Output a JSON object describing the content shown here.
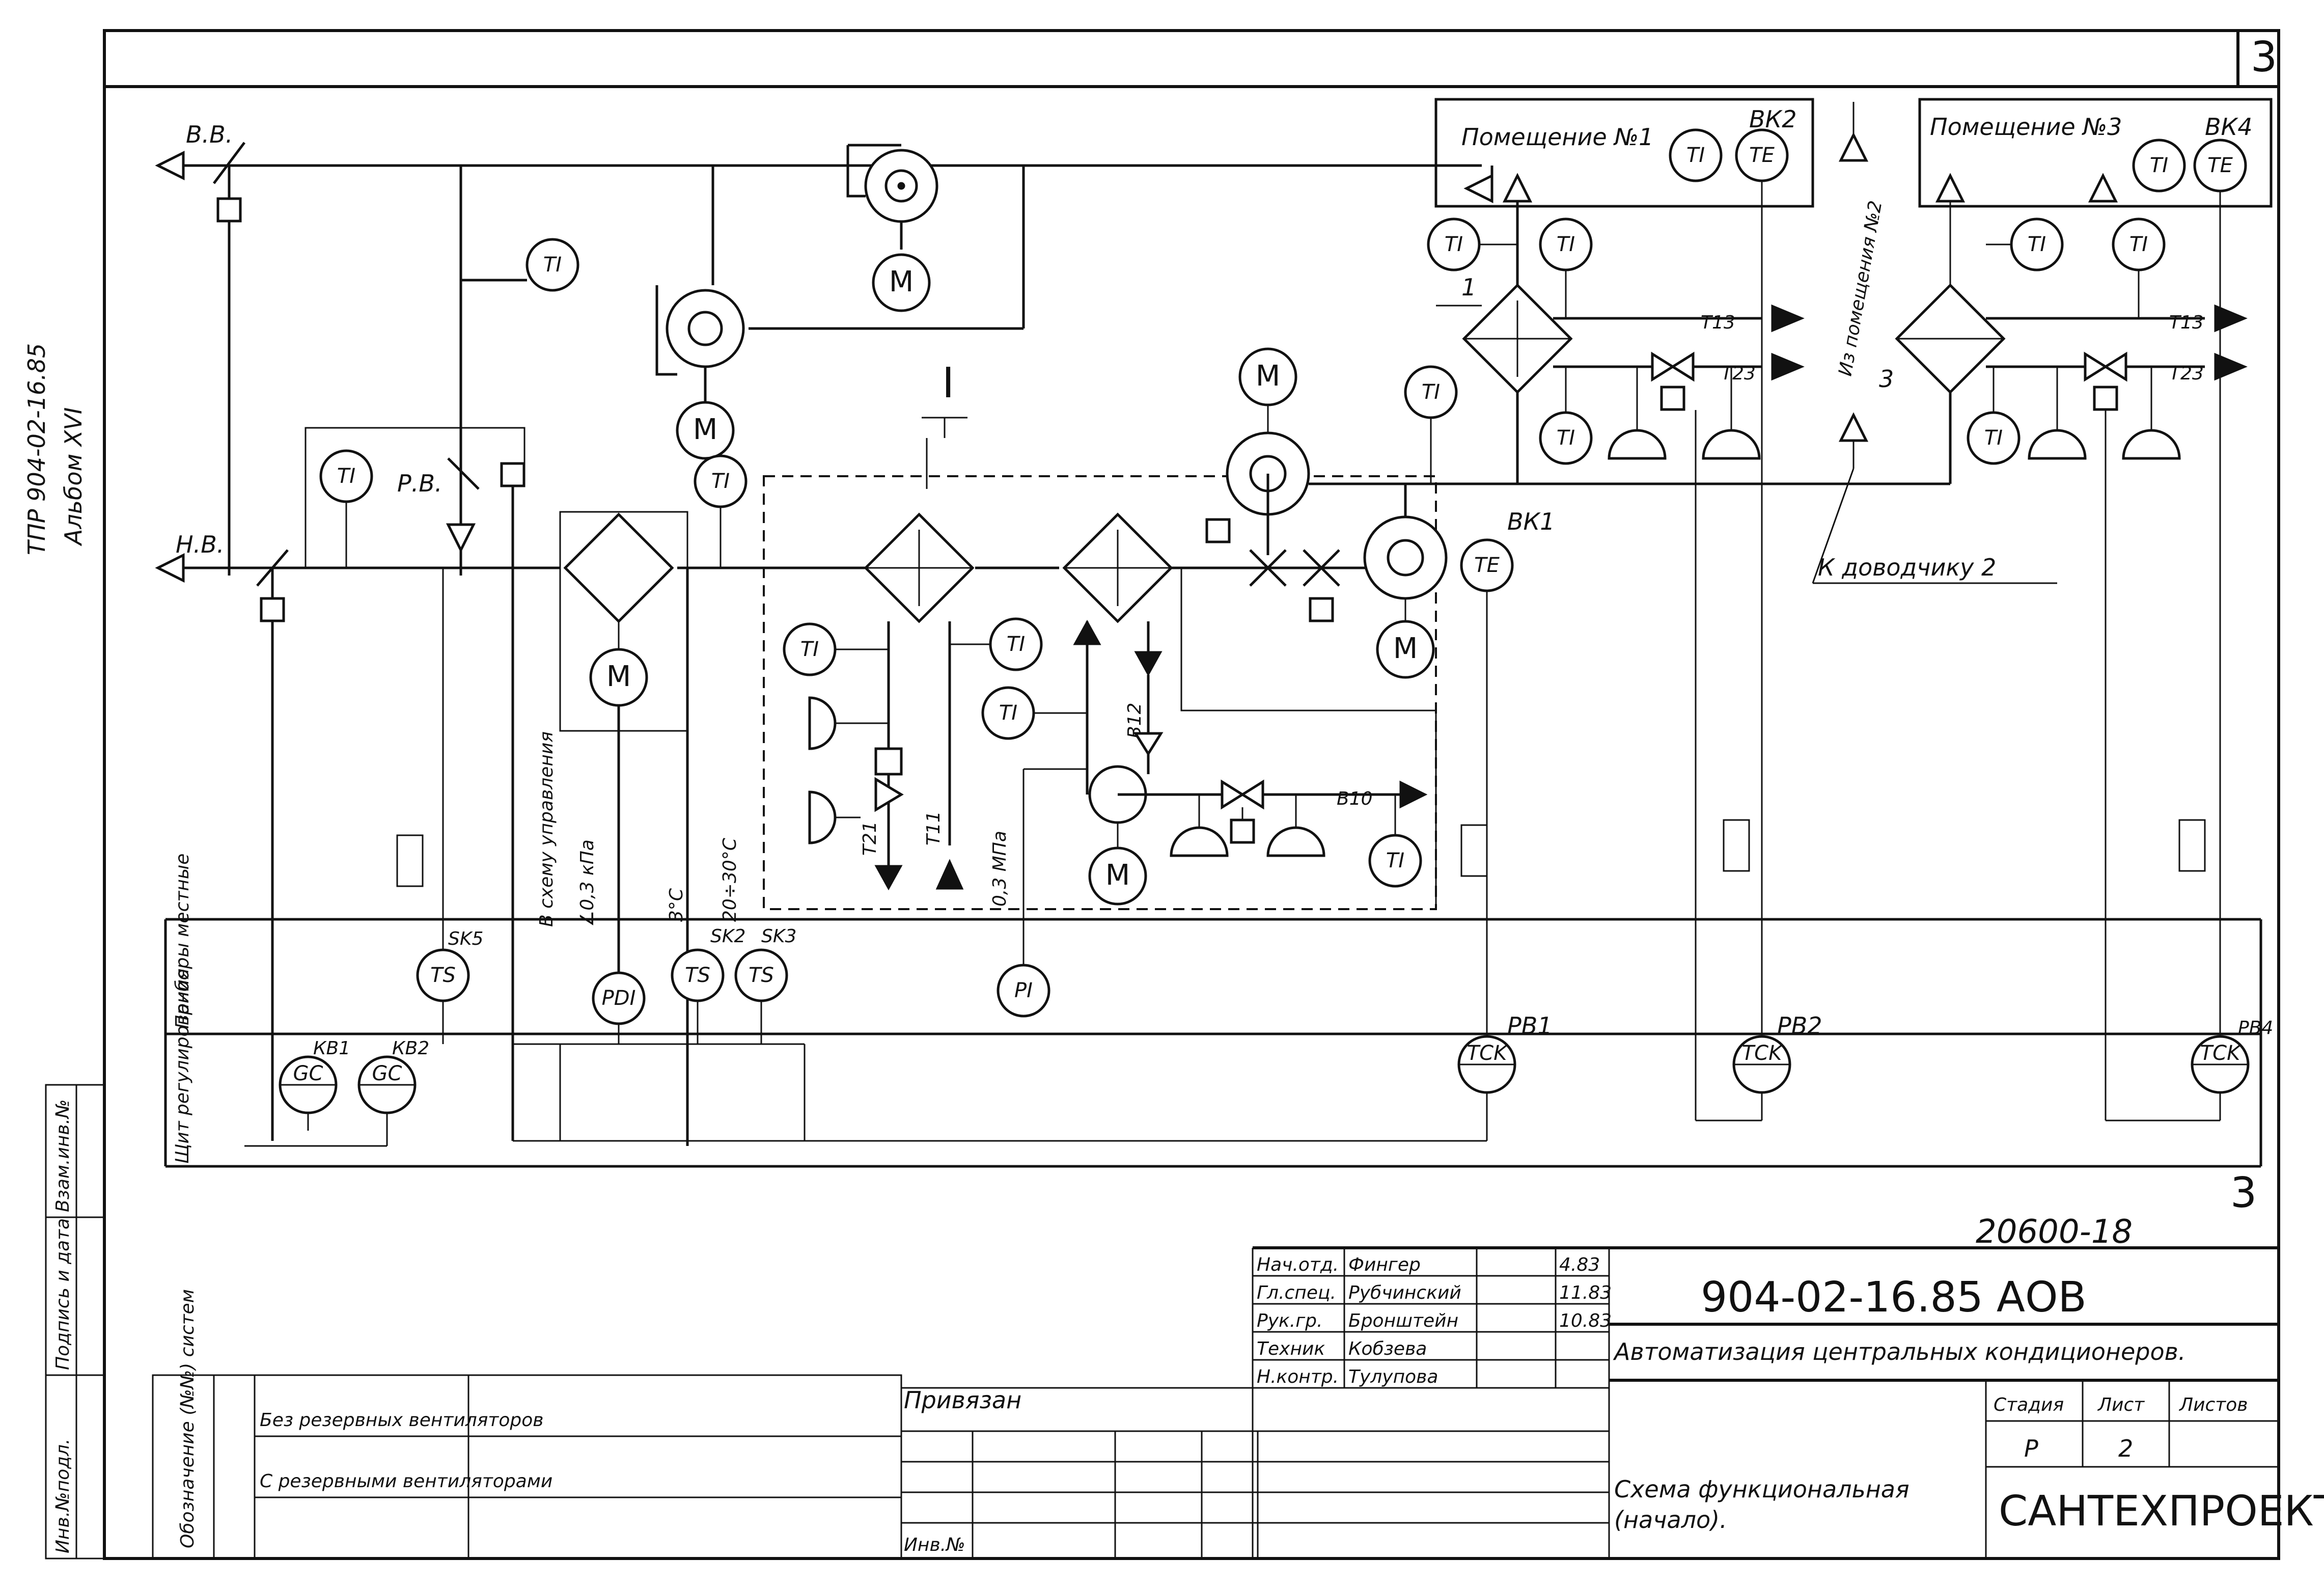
{
  "sheet_corner_top": "3",
  "sheet_corner_bottom": "3",
  "margin": {
    "line1": "ТПР 904-02-16.85",
    "line2": "Альбом XVI",
    "stamp_cols": [
      "Инв.№подл.",
      "Подпись и дата",
      "Взам.инв.№"
    ]
  },
  "labels": {
    "vv": "В.В.",
    "nv": "Н.В.",
    "rv": "Р.В.",
    "section_I": "I",
    "room1": "Помещение №1",
    "room3": "Помещение №3",
    "from_room2": "Из помещения №2",
    "to_closer": "К доводчику 2",
    "bk1": "ВК1",
    "bk2": "ВК2",
    "bk4": "ВК4",
    "pos1": "1",
    "pos3": "3",
    "t13a": "Т13",
    "t23a": "Т23",
    "t13b": "Т13",
    "t23b": "Т23",
    "b10": "В10",
    "b12": "В12",
    "t21": "Т21",
    "t11": "Т11",
    "v_scheme": "В схему управления",
    "v_pressure": "∠0,3 кПа",
    "v_3c": "3°С",
    "v_range": "20÷30°С",
    "v_mpa": "0,3 МПа",
    "sk5": "SK5",
    "sk2": "SK2",
    "sk3": "SK3",
    "kb1": "КВ1",
    "kb2": "КВ2",
    "pb1": "РВ1",
    "pb2": "РВ2",
    "pb4": "РВ4",
    "row_local": "Приборы местные",
    "row_panel": "Щит регулирования"
  },
  "instruments": {
    "ti": "TI",
    "te": "TE",
    "ts": "TS",
    "gc": "GC",
    "tck": "TCK",
    "pdi": "PDI",
    "pi": "PI",
    "motor": "M"
  },
  "title_block": {
    "handwritten_no": "20600-18",
    "code": "904-02-16.85 АОВ",
    "title": "Автоматизация центральных кондиционеров.",
    "subtitle1": "Схема функциональная",
    "subtitle2": "(начало).",
    "org": "САНТЕХПРОЕКТ",
    "stage_h": "Стадия",
    "sheet_h": "Лист",
    "sheets_h": "Листов",
    "stage": "Р",
    "sheet": "2",
    "sheets": "",
    "roles": [
      {
        "role": "Нач.отд.",
        "name": "Фингер",
        "date": "4.83"
      },
      {
        "role": "Гл.спец.",
        "name": "Рубчинский",
        "date": "11.83"
      },
      {
        "role": "Рук.гр.",
        "name": "Бронштейн",
        "date": "10.83"
      },
      {
        "role": "Техник",
        "name": "Кобзева",
        "date": ""
      },
      {
        "role": "Н.контр.",
        "name": "Тулупова",
        "date": ""
      }
    ],
    "privyazan": "Привязан",
    "inv_no": "Инв.№",
    "designation_h": "Обозначение (№№) систем",
    "designation_rows": [
      "Без резервных вентиляторов",
      "С резервными вентиляторами"
    ]
  }
}
